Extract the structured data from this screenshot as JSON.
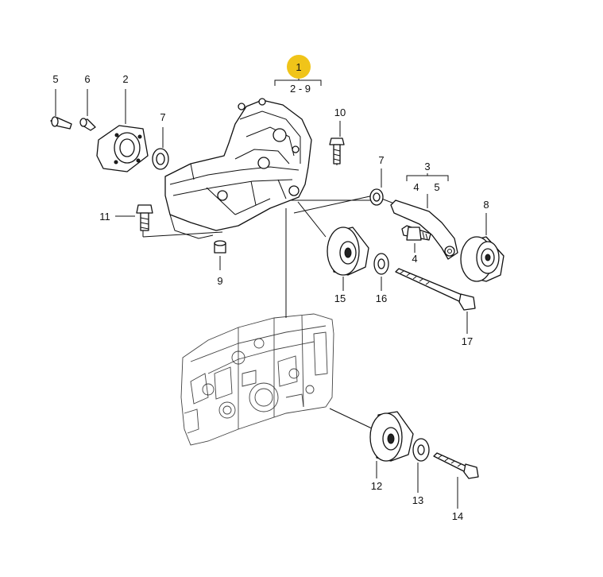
{
  "highlight_color": "#f0c419",
  "callouts": {
    "p1": "1",
    "p1_range": "2 - 9",
    "p2": "2",
    "p3": "3",
    "p3_a": "4",
    "p3_b": "5",
    "p4": "4",
    "p5": "5",
    "p6": "6",
    "p7_upper": "7",
    "p7_right": "7",
    "p8": "8",
    "p9": "9",
    "p10": "10",
    "p11": "11",
    "p12": "12",
    "p13": "13",
    "p14": "14",
    "p15": "15",
    "p16": "16",
    "p17": "17"
  }
}
